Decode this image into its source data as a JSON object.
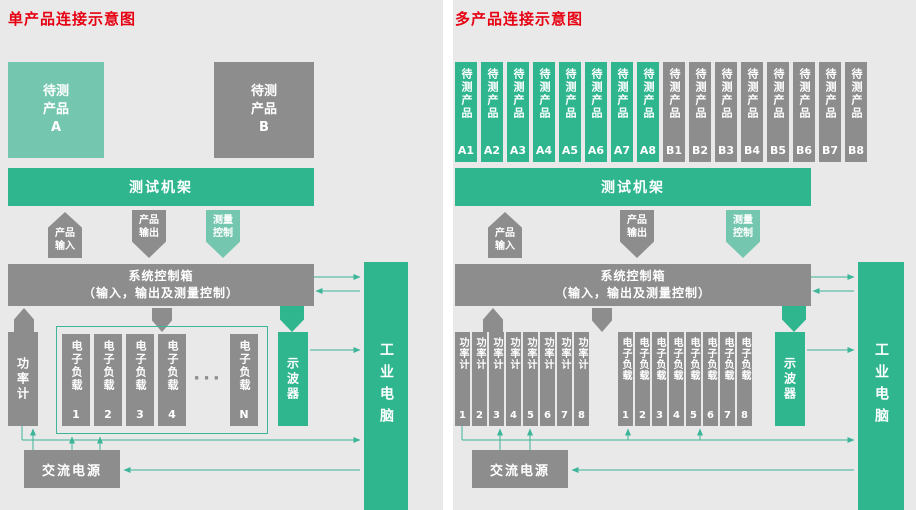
{
  "colors": {
    "teal": "#2fb68f",
    "teal-light": "#74c6ae",
    "gray": "#8d8d8d",
    "red": "#e60012",
    "line": "#3cb598",
    "background": "#e9e9e9"
  },
  "left": {
    "title": "单产品连接示意图",
    "product_a": "待测\n产品\nA",
    "product_b": "待测\n产品\nB",
    "rack": "测试机架",
    "arrow_in": "产品\n输入",
    "arrow_out": "产品\n输出",
    "arrow_measure": "测量\n控制",
    "control_box": "系统控制箱\n（输入，输出及测量控制）",
    "power_meter": "功率计",
    "loads": [
      {
        "name": "电子负载",
        "id": "1"
      },
      {
        "name": "电子负载",
        "id": "2"
      },
      {
        "name": "电子负载",
        "id": "3"
      },
      {
        "name": "电子负载",
        "id": "4"
      }
    ],
    "loads_ellipsis": "···",
    "load_n": {
      "name": "电子负载",
      "id": "N"
    },
    "oscilloscope": "示波器",
    "computer": "工业电脑",
    "ac_source": "交流电源"
  },
  "right": {
    "title": "多产品连接示意图",
    "products_a": [
      {
        "name": "待测产品",
        "id": "A1"
      },
      {
        "name": "待测产品",
        "id": "A2"
      },
      {
        "name": "待测产品",
        "id": "A3"
      },
      {
        "name": "待测产品",
        "id": "A4"
      },
      {
        "name": "待测产品",
        "id": "A5"
      },
      {
        "name": "待测产品",
        "id": "A6"
      },
      {
        "name": "待测产品",
        "id": "A7"
      },
      {
        "name": "待测产品",
        "id": "A8"
      }
    ],
    "products_b": [
      {
        "name": "待测产品",
        "id": "B1"
      },
      {
        "name": "待测产品",
        "id": "B2"
      },
      {
        "name": "待测产品",
        "id": "B3"
      },
      {
        "name": "待测产品",
        "id": "B4"
      },
      {
        "name": "待测产品",
        "id": "B5"
      },
      {
        "name": "待测产品",
        "id": "B6"
      },
      {
        "name": "待测产品",
        "id": "B7"
      },
      {
        "name": "待测产品",
        "id": "B8"
      }
    ],
    "rack": "测试机架",
    "arrow_in": "产品\n输入",
    "arrow_out": "产品\n输出",
    "arrow_measure": "测量\n控制",
    "control_box": "系统控制箱\n（输入，输出及测量控制）",
    "power_meters": [
      {
        "name": "功率计",
        "id": "1"
      },
      {
        "name": "功率计",
        "id": "2"
      },
      {
        "name": "功率计",
        "id": "3"
      },
      {
        "name": "功率计",
        "id": "4"
      },
      {
        "name": "功率计",
        "id": "5"
      },
      {
        "name": "功率计",
        "id": "6"
      },
      {
        "name": "功率计",
        "id": "7"
      },
      {
        "name": "功率计",
        "id": "8"
      }
    ],
    "loads": [
      {
        "name": "电子负载",
        "id": "1"
      },
      {
        "name": "电子负载",
        "id": "2"
      },
      {
        "name": "电子负载",
        "id": "3"
      },
      {
        "name": "电子负载",
        "id": "4"
      },
      {
        "name": "电子负载",
        "id": "5"
      },
      {
        "name": "电子负载",
        "id": "6"
      },
      {
        "name": "电子负载",
        "id": "7"
      },
      {
        "name": "电子负载",
        "id": "8"
      }
    ],
    "oscilloscope": "示波器",
    "computer": "工业电脑",
    "ac_source": "交流电源"
  }
}
